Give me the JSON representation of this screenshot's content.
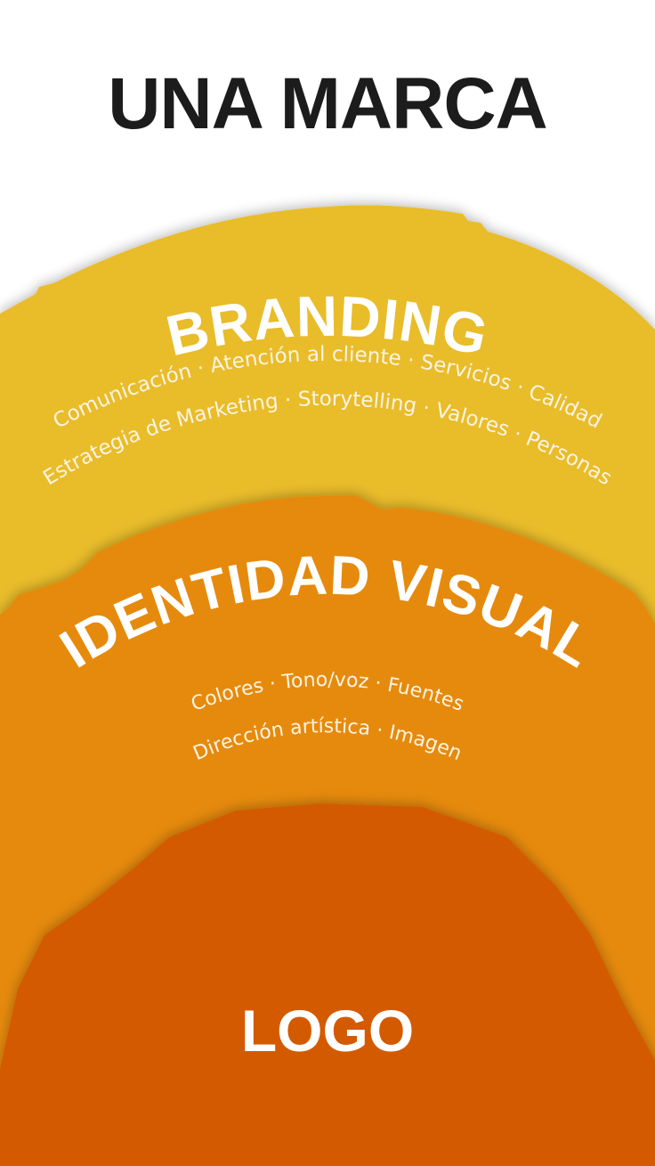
{
  "title": "UNA MARCA",
  "colors": {
    "background": "#ffffff",
    "title": "#1c1c1c",
    "branding_layer": "#E9BC2C",
    "identidad_layer": "#E68A0A",
    "logo_layer": "#D45A05",
    "label_text": "#ffffff"
  },
  "layers": {
    "branding": {
      "label": "BRANDING",
      "line1": "Comunicación · Atención al cliente · Servicios · Calidad",
      "line2": "Estrategia de Marketing · Storytelling · Valores · Personas",
      "items_line1": [
        "Comunicación",
        "Atención al cliente",
        "Servicios",
        "Calidad"
      ],
      "items_line2": [
        "Estrategia de Marketing",
        "Storytelling",
        "Valores",
        "Personas"
      ]
    },
    "identidad_visual": {
      "label": "IDENTIDAD VISUAL",
      "line1": "Colores · Tono/voz · Fuentes",
      "line2": "Dirección artística · Imagen",
      "items_line1": [
        "Colores",
        "Tono/voz",
        "Fuentes"
      ],
      "items_line2": [
        "Dirección artística",
        "Imagen"
      ]
    },
    "logo": {
      "label": "LOGO"
    }
  }
}
